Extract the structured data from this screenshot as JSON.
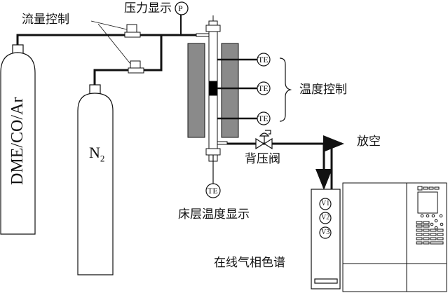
{
  "diagram": {
    "type": "process-flow",
    "labels": {
      "flow_control": "流量控制",
      "pressure_display": "压力显示",
      "temperature_control": "温度控制",
      "back_pressure_valve": "背压阀",
      "vent": "放空",
      "bed_temperature_display": "床层温度显示",
      "online_gc": "在线气相色谱"
    },
    "cylinders": [
      {
        "id": "feed",
        "label": "DME/CO/Ar"
      },
      {
        "id": "purge",
        "label_main": "N",
        "label_sub": "2"
      }
    ],
    "instruments": {
      "pressure_gauge": "P",
      "thermocouple": "TE",
      "gc_valves": [
        "V1",
        "V2",
        "V3"
      ]
    },
    "colors": {
      "line": "#111111",
      "furnace_fill": "#8a8a8a",
      "catalyst_fill": "#000000",
      "background": "#ffffff"
    }
  }
}
